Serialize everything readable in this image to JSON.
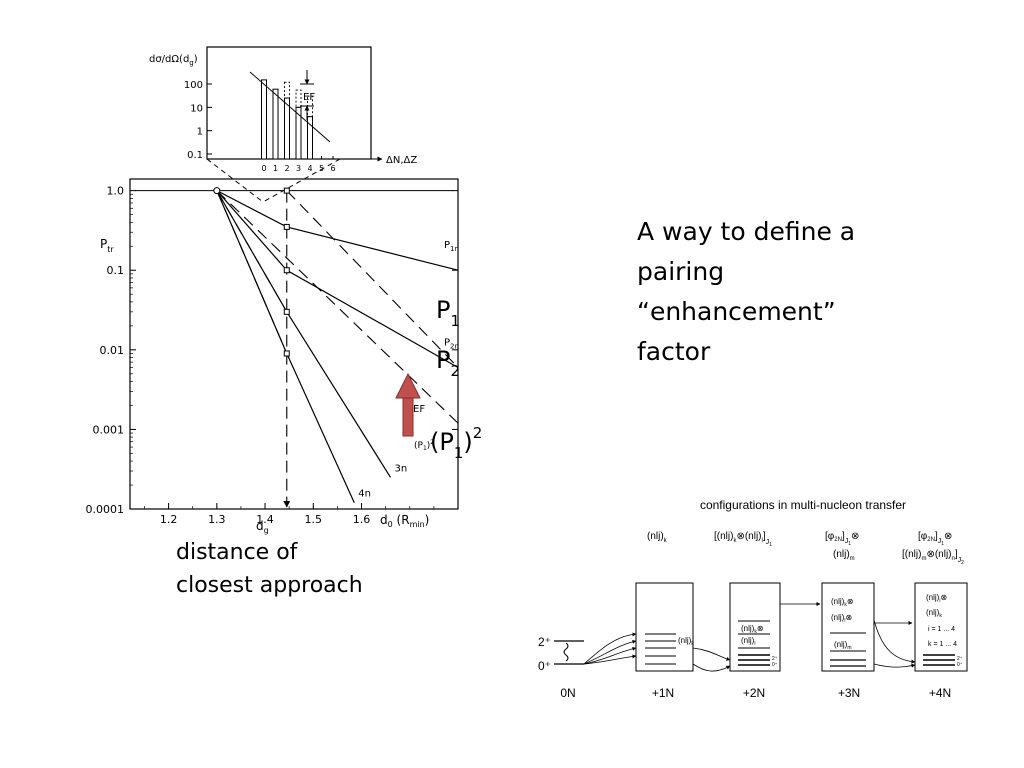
{
  "slide": {
    "right_text": [
      "A way to define a",
      "pairing",
      "“enhancement”",
      "factor"
    ],
    "caption": [
      "distance of",
      "closest approach"
    ],
    "labels": {
      "p1": {
        "base": "P",
        "sub": "1"
      },
      "p2": {
        "base": "P",
        "sub": "2"
      },
      "p1sq": {
        "open": "(P",
        "sub": "1",
        "close": ")",
        "sup": "2"
      }
    },
    "arrow_color": "#c0504d"
  },
  "chart_data": [
    {
      "type": "line",
      "scale": "log-y",
      "ylabel": "P",
      "ylabel_sub": "tr",
      "xlabel": "d",
      "xlabel_sub": "0",
      "xlabel_suffix": "(R",
      "xlabel_suffix_sub": "min",
      "xlabel_suffix_close": ")",
      "xlim": [
        1.12,
        1.8
      ],
      "ylim": [
        0.0001,
        1.4
      ],
      "yticks": [
        {
          "v": 1.0,
          "t": "1.0"
        },
        {
          "v": 0.1,
          "t": "0.1"
        },
        {
          "v": 0.01,
          "t": "0.01"
        },
        {
          "v": 0.001,
          "t": "0.001"
        },
        {
          "v": 0.0001,
          "t": "0.0001"
        }
      ],
      "xticks": [
        {
          "v": 1.2,
          "t": "1.2"
        },
        {
          "v": 1.3,
          "t": "1.3"
        },
        {
          "v": 1.4,
          "t": "1.4"
        },
        {
          "v": 1.5,
          "t": "1.5"
        },
        {
          "v": 1.6,
          "t": "1.6"
        }
      ],
      "dg_value": 1.445,
      "dg_label": {
        "base": "d",
        "sub": "g"
      },
      "ef_label": "EF",
      "p1sq_label": {
        "open": "(P",
        "sub": "1",
        "close": ")",
        "sup": "2"
      },
      "series": [
        {
          "name": "P",
          "sub": "1n",
          "points": [
            [
              1.3,
              1.0
            ],
            [
              1.445,
              0.35
            ],
            [
              1.8,
              0.1
            ]
          ]
        },
        {
          "name": "P",
          "sub": "2n",
          "points": [
            [
              1.3,
              1.0
            ],
            [
              1.445,
              0.1
            ],
            [
              1.8,
              0.006
            ]
          ]
        },
        {
          "name": "3n",
          "points": [
            [
              1.3,
              1.0
            ],
            [
              1.445,
              0.03
            ],
            [
              1.66,
              0.00025
            ]
          ]
        },
        {
          "name": "4n",
          "points": [
            [
              1.3,
              1.0
            ],
            [
              1.445,
              0.009
            ],
            [
              1.585,
              0.00012
            ]
          ]
        }
      ],
      "dashed_lines": [
        {
          "points": [
            [
              1.445,
              1.0
            ],
            [
              1.8,
              0.006
            ]
          ]
        },
        {
          "points": [
            [
              1.3,
              1.0
            ],
            [
              1.8,
              0.0012
            ]
          ]
        },
        {
          "points": [
            [
              1.3,
              1.0
            ],
            [
              1.445,
              0.03
            ]
          ]
        },
        {
          "points": [
            [
              1.3,
              1.0
            ],
            [
              1.445,
              0.009
            ]
          ]
        }
      ],
      "square_markers": [
        [
          1.445,
          1.0
        ],
        [
          1.445,
          0.35
        ],
        [
          1.445,
          0.1
        ],
        [
          1.445,
          0.03
        ],
        [
          1.445,
          0.009
        ]
      ],
      "circle_marker": [
        1.3,
        1.0
      ]
    },
    {
      "type": "bar",
      "scale": "log-y",
      "ylabel": "dσ/dΩ(d",
      "ylabel_sub": "g",
      "ylabel_close": ")",
      "xlabel": "ΔN,ΔZ",
      "yticks": [
        "100",
        "10",
        "1",
        "0.1"
      ],
      "categories": [
        "0",
        "1",
        "2",
        "3",
        "4",
        "5",
        "6"
      ],
      "values": [
        150,
        60,
        25,
        10,
        4
      ],
      "dotted_values": [
        150,
        60,
        120,
        55,
        30
      ],
      "ef_label": "EF"
    }
  ],
  "configurations_figure": {
    "title": "configurations in multi-nucleon transfer",
    "bottom_labels": [
      "0N",
      "+1N",
      "+2N",
      "+3N",
      "+4N"
    ],
    "state_labels": [
      "2⁺",
      "0⁺"
    ],
    "col_labels": {
      "c1": "(nlj)",
      "c1_sub": "k",
      "c2": "[(nlj)",
      "c2_k": "k",
      "c2_mid": "⊗(nlj)",
      "c2_l": "l",
      "c2_close": "]",
      "c2_J": "J",
      "c2_Jsub": "1",
      "c3_top": "[φ",
      "c3_2N": "2N",
      "c3_mid": "]",
      "c3_J": "J",
      "c3_Jsub": "1",
      "c3_otimes": "⊗",
      "c3_bottom": "(nlj)",
      "c3_bottom_sub": "m",
      "c4_top": "[φ",
      "c4_2N": "2N",
      "c4_mid": "]",
      "c4_J": "J",
      "c4_Jsub": "1",
      "c4_otimes": "⊗",
      "c4_bottom": "[(nlj)",
      "c4_bm": "m",
      "c4_bmid": "⊗(nlj)",
      "c4_bn": "n",
      "c4_bclose": "]",
      "c4_bJ": "J",
      "c4_bJsub": "2"
    },
    "box_labels": {
      "b1": "(nlj)",
      "b1_sub": "k",
      "b2a": "(nlj)",
      "b2a_sub": "k",
      "b2a_sym": "⊗",
      "b2b": "(nlj)",
      "b2b_sub": "l",
      "b3a": "(nlj)",
      "b3a_sub": "k",
      "b3a_sym": "⊗",
      "b3b": "(nlj)",
      "b3b_sub": "l",
      "b3b_sym": "⊗",
      "b3c": "(nlj)",
      "b3c_sub": "m",
      "b4a": "(nlj)",
      "b4a_sub": "i",
      "b4a_sym": "⊗",
      "b4b": "(nlj)",
      "b4b_sub": "k",
      "b4c": "i = 1 ... 4",
      "b4d": "k = 1 ... 4",
      "small_2": "2⁺",
      "small_0": "0⁺"
    }
  }
}
